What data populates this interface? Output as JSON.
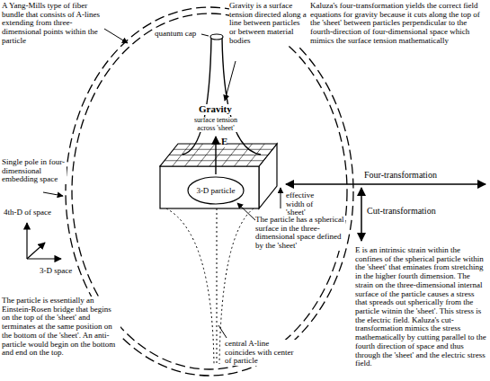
{
  "diagram": {
    "nodes": [
      {
        "text": [
          "3-D particle"
        ]
      }
    ],
    "labels": [
      "A Yang-Mills type of fiber bundle that consists of A-lines extending from three-dimensional points within the particle",
      "quantum cap",
      "Gravity is a surface tension directed along a line between particles or between material bodies",
      "Kaluza's four-transformation yields the correct field equations for gravity because it cuts along the top of the 'sheet' between particles perpendicular to the fourth-direction of four-dimensional space which mimics the surface tension mathematically",
      "Gravity",
      "surface tension across 'sheet'",
      "E",
      "Four-transformation",
      "Single pole in four-dimensional embedding space",
      "Cut-transformation",
      "4th-D of space",
      "3-D space",
      "effective width of 'sheet'",
      "The particle has a spherical surface in the three-dimensional space defined by the 'sheet'",
      "E is an intrinsic strain within the confines of the spherical particle within the 'sheet' that eminates from stretching in the higher fourth dimension. The strain on the three-dimensional internal surface of the particle causes a stress that spreads out spherically from the particle witnin the 'sheet'. This stress is the electric field. Kaluza's cut-transformation mimics the stress mathematically by cutting parallel to the fourth direction of space and thus through the 'sheet' and the electric stress field.",
      "The particle is essentially an Einstein-Rosen bridge that begins on the top of the 'sheet' and terminates at the same position on the bottom of the 'sheet'. An anti-particle would begin on the bottom and end on the top.",
      "central A-line coincides with center of particle"
    ]
  }
}
